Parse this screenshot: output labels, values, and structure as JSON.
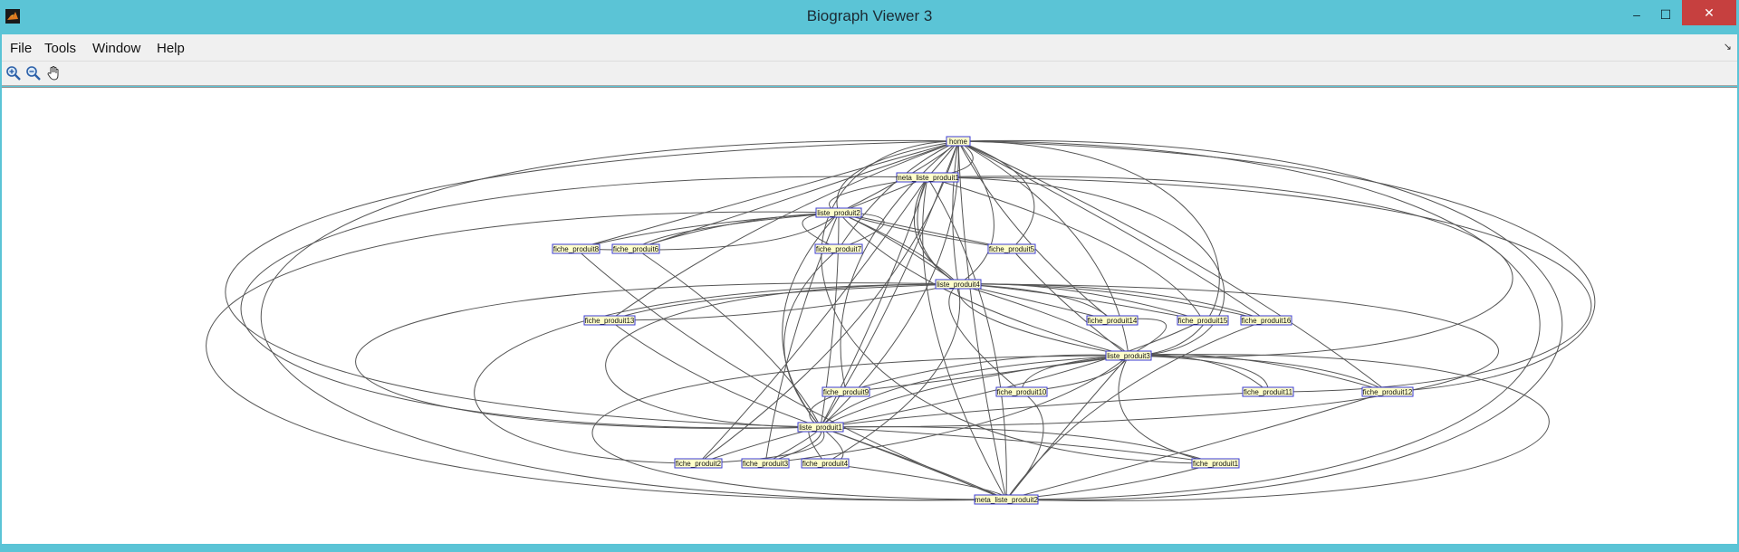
{
  "window": {
    "title": "Biograph Viewer 3",
    "controls": {
      "minimize": "–",
      "maximize": "☐",
      "close": "✕"
    }
  },
  "menu": {
    "items": [
      "File",
      "Tools",
      "Window",
      "Help"
    ],
    "dock_glyph": "↘"
  },
  "toolbar": {
    "tools": [
      {
        "name": "zoom-in-icon"
      },
      {
        "name": "zoom-out-icon"
      },
      {
        "name": "pan-hand-icon"
      }
    ]
  },
  "graph": {
    "nodes": [
      {
        "id": "home",
        "label": "home"
      },
      {
        "id": "meta_liste_produit1",
        "label": "meta_liste_produit1"
      },
      {
        "id": "liste_produit2",
        "label": "liste_produit2"
      },
      {
        "id": "fiche_produit8",
        "label": "fiche_produit8"
      },
      {
        "id": "fiche_produit6",
        "label": "fiche_produit6"
      },
      {
        "id": "fiche_produit7",
        "label": "fiche_produit7"
      },
      {
        "id": "fiche_produit5",
        "label": "fiche_produit5"
      },
      {
        "id": "liste_produit4",
        "label": "liste_produit4"
      },
      {
        "id": "fiche_produit13",
        "label": "fiche_produit13"
      },
      {
        "id": "fiche_produit14",
        "label": "fiche_produit14"
      },
      {
        "id": "fiche_produit15",
        "label": "fiche_produit15"
      },
      {
        "id": "fiche_produit16",
        "label": "fiche_produit16"
      },
      {
        "id": "liste_produit3",
        "label": "liste_produit3"
      },
      {
        "id": "fiche_produit9",
        "label": "fiche_produit9"
      },
      {
        "id": "fiche_produit10",
        "label": "fiche_produit10"
      },
      {
        "id": "fiche_produit11",
        "label": "fiche_produit11"
      },
      {
        "id": "fiche_produit12",
        "label": "fiche_produit12"
      },
      {
        "id": "liste_produit1",
        "label": "liste_produit1"
      },
      {
        "id": "fiche_produit2",
        "label": "fiche_produit2"
      },
      {
        "id": "fiche_produit3",
        "label": "fiche_produit3"
      },
      {
        "id": "fiche_produit4",
        "label": "fiche_produit4"
      },
      {
        "id": "fiche_produit1",
        "label": "fiche_produit1"
      },
      {
        "id": "meta_liste_produit2",
        "label": "meta_liste_produit2"
      }
    ],
    "edges": [
      [
        "home",
        "meta_liste_produit1"
      ],
      [
        "home",
        "liste_produit2"
      ],
      [
        "home",
        "liste_produit4"
      ],
      [
        "home",
        "liste_produit3"
      ],
      [
        "home",
        "liste_produit1"
      ],
      [
        "home",
        "meta_liste_produit2"
      ],
      [
        "meta_liste_produit1",
        "home"
      ],
      [
        "meta_liste_produit1",
        "liste_produit2"
      ],
      [
        "meta_liste_produit1",
        "liste_produit4"
      ],
      [
        "meta_liste_produit1",
        "liste_produit3"
      ],
      [
        "meta_liste_produit1",
        "liste_produit1"
      ],
      [
        "meta_liste_produit1",
        "meta_liste_produit2"
      ],
      [
        "liste_produit2",
        "fiche_produit8"
      ],
      [
        "liste_produit2",
        "fiche_produit6"
      ],
      [
        "liste_produit2",
        "fiche_produit7"
      ],
      [
        "liste_produit2",
        "fiche_produit5"
      ],
      [
        "liste_produit2",
        "home"
      ],
      [
        "liste_produit2",
        "meta_liste_produit1"
      ],
      [
        "liste_produit2",
        "liste_produit4"
      ],
      [
        "liste_produit2",
        "liste_produit1"
      ],
      [
        "liste_produit2",
        "liste_produit3"
      ],
      [
        "fiche_produit8",
        "liste_produit2"
      ],
      [
        "fiche_produit8",
        "home"
      ],
      [
        "fiche_produit8",
        "meta_liste_produit2"
      ],
      [
        "fiche_produit6",
        "liste_produit2"
      ],
      [
        "fiche_produit6",
        "home"
      ],
      [
        "fiche_produit6",
        "liste_produit1"
      ],
      [
        "fiche_produit7",
        "liste_produit2"
      ],
      [
        "fiche_produit7",
        "home"
      ],
      [
        "fiche_produit7",
        "liste_produit1"
      ],
      [
        "fiche_produit5",
        "liste_produit2"
      ],
      [
        "fiche_produit5",
        "home"
      ],
      [
        "fiche_produit5",
        "liste_produit3"
      ],
      [
        "liste_produit4",
        "fiche_produit13"
      ],
      [
        "liste_produit4",
        "fiche_produit14"
      ],
      [
        "liste_produit4",
        "fiche_produit15"
      ],
      [
        "liste_produit4",
        "fiche_produit16"
      ],
      [
        "liste_produit4",
        "meta_liste_produit1"
      ],
      [
        "liste_produit4",
        "home"
      ],
      [
        "liste_produit4",
        "liste_produit1"
      ],
      [
        "liste_produit4",
        "liste_produit3"
      ],
      [
        "liste_produit4",
        "liste_produit2"
      ],
      [
        "fiche_produit13",
        "liste_produit4"
      ],
      [
        "fiche_produit13",
        "home"
      ],
      [
        "fiche_produit13",
        "liste_produit1"
      ],
      [
        "fiche_produit14",
        "liste_produit4"
      ],
      [
        "fiche_produit14",
        "liste_produit3"
      ],
      [
        "fiche_produit14",
        "home"
      ],
      [
        "fiche_produit15",
        "liste_produit4"
      ],
      [
        "fiche_produit15",
        "meta_liste_produit1"
      ],
      [
        "fiche_produit15",
        "liste_produit1"
      ],
      [
        "fiche_produit16",
        "liste_produit4"
      ],
      [
        "fiche_produit16",
        "home"
      ],
      [
        "fiche_produit16",
        "meta_liste_produit2"
      ],
      [
        "liste_produit3",
        "fiche_produit9"
      ],
      [
        "liste_produit3",
        "fiche_produit10"
      ],
      [
        "liste_produit3",
        "fiche_produit11"
      ],
      [
        "liste_produit3",
        "fiche_produit12"
      ],
      [
        "liste_produit3",
        "liste_produit1"
      ],
      [
        "liste_produit3",
        "liste_produit4"
      ],
      [
        "liste_produit3",
        "meta_liste_produit2"
      ],
      [
        "liste_produit3",
        "home"
      ],
      [
        "fiche_produit9",
        "liste_produit3"
      ],
      [
        "fiche_produit9",
        "liste_produit1"
      ],
      [
        "fiche_produit9",
        "home"
      ],
      [
        "fiche_produit10",
        "liste_produit3"
      ],
      [
        "fiche_produit10",
        "meta_liste_produit2"
      ],
      [
        "fiche_produit10",
        "liste_produit4"
      ],
      [
        "fiche_produit11",
        "liste_produit3"
      ],
      [
        "fiche_produit11",
        "meta_liste_produit1"
      ],
      [
        "fiche_produit11",
        "liste_produit1"
      ],
      [
        "fiche_produit12",
        "liste_produit3"
      ],
      [
        "fiche_produit12",
        "home"
      ],
      [
        "fiche_produit12",
        "meta_liste_produit2"
      ],
      [
        "liste_produit1",
        "fiche_produit2"
      ],
      [
        "liste_produit1",
        "fiche_produit3"
      ],
      [
        "liste_produit1",
        "fiche_produit4"
      ],
      [
        "liste_produit1",
        "fiche_produit1"
      ],
      [
        "liste_produit1",
        "liste_produit4"
      ],
      [
        "liste_produit1",
        "liste_produit3"
      ],
      [
        "liste_produit1",
        "liste_produit2"
      ],
      [
        "liste_produit1",
        "meta_liste_produit2"
      ],
      [
        "liste_produit1",
        "home"
      ],
      [
        "fiche_produit2",
        "liste_produit1"
      ],
      [
        "fiche_produit2",
        "liste_produit4"
      ],
      [
        "fiche_produit2",
        "home"
      ],
      [
        "fiche_produit2",
        "meta_liste_produit1"
      ],
      [
        "fiche_produit3",
        "liste_produit1"
      ],
      [
        "fiche_produit3",
        "liste_produit3"
      ],
      [
        "fiche_produit3",
        "liste_produit2"
      ],
      [
        "fiche_produit4",
        "liste_produit1"
      ],
      [
        "fiche_produit4",
        "liste_produit4"
      ],
      [
        "fiche_produit4",
        "meta_liste_produit2"
      ],
      [
        "fiche_produit1",
        "liste_produit1"
      ],
      [
        "fiche_produit1",
        "liste_produit3"
      ],
      [
        "fiche_produit1",
        "meta_liste_produit2"
      ],
      [
        "fiche_produit1",
        "home"
      ],
      [
        "meta_liste_produit2",
        "liste_produit1"
      ],
      [
        "meta_liste_produit2",
        "liste_produit3"
      ],
      [
        "meta_liste_produit2",
        "home"
      ],
      [
        "meta_liste_produit2",
        "meta_liste_produit1"
      ]
    ]
  }
}
